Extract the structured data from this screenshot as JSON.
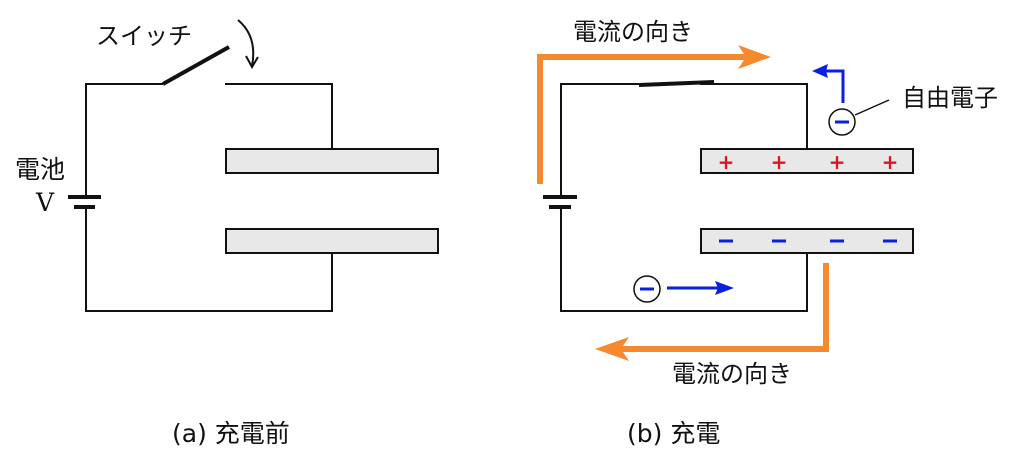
{
  "panel_a": {
    "switch_label": "スイッチ",
    "battery_label": "電池",
    "voltage_label": "V",
    "caption": "(a) 充電前"
  },
  "panel_b": {
    "current_label_top": "電流の向き",
    "current_label_bottom": "電流の向き",
    "free_electron_label": "自由電子",
    "top_plate_charges": [
      "+",
      "+",
      "+",
      "+"
    ],
    "bottom_plate_charges": [
      "−",
      "−",
      "−",
      "−"
    ],
    "electron_symbol": "−",
    "caption": "(b) 充電"
  },
  "colors": {
    "wire": "#111111",
    "plate_fill": "#e8e8e8",
    "current_arrow": "#f5892e",
    "electron_arrow": "#0a1fe0",
    "positive_charge": "#e0141e",
    "negative_charge": "#0a1fe0"
  }
}
